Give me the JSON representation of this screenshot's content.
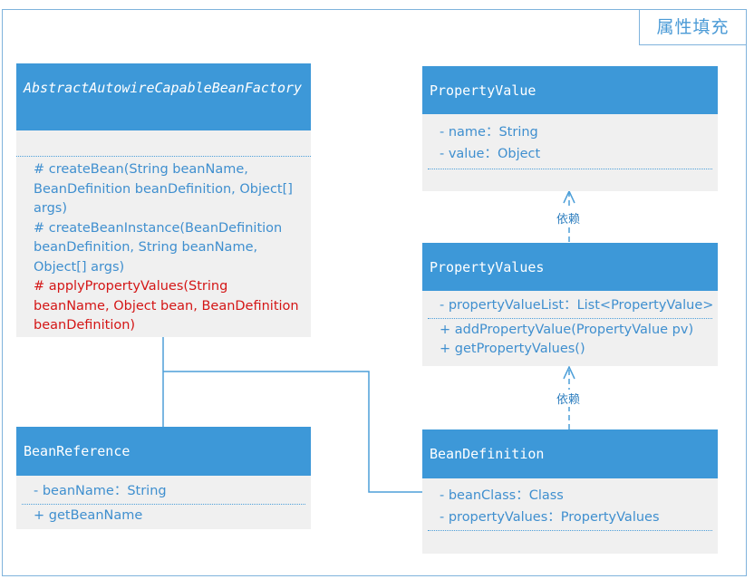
{
  "frame": {
    "title": "属性填充"
  },
  "factory": {
    "name": "AbstractAutowireCapableBeanFactory",
    "methods": [
      {
        "text": "# createBean(String beanName, BeanDefinition beanDefinition, Object[] args)",
        "highlight": false
      },
      {
        "text": "# createBeanInstance(BeanDefinition beanDefinition, String beanName, Object[] args)",
        "highlight": false
      },
      {
        "text": "# applyPropertyValues(String beanName, Object bean, BeanDefinition beanDefinition)",
        "highlight": true
      }
    ]
  },
  "property_value": {
    "name": "PropertyValue",
    "attributes": [
      "- name：String",
      "- value：Object"
    ]
  },
  "property_values": {
    "name": "PropertyValues",
    "attributes": [
      "- propertyValueList：List<PropertyValue>"
    ],
    "methods": [
      "+ addPropertyValue(PropertyValue pv)",
      "+ getPropertyValues()"
    ]
  },
  "bean_reference": {
    "name": "BeanReference",
    "attributes": [
      "- beanName：String"
    ],
    "methods": [
      "+ getBeanName"
    ]
  },
  "bean_definition": {
    "name": "BeanDefinition",
    "attributes": [
      "- beanClass：Class",
      "- propertyValues：PropertyValues"
    ]
  },
  "dependencies": [
    {
      "label": "依赖"
    },
    {
      "label": "依赖"
    }
  ],
  "colors": {
    "header": "#3d98d8",
    "body": "#f0f0f0",
    "text": "#3f8fcf",
    "highlight": "#d41616",
    "line": "#4d9fd9"
  }
}
